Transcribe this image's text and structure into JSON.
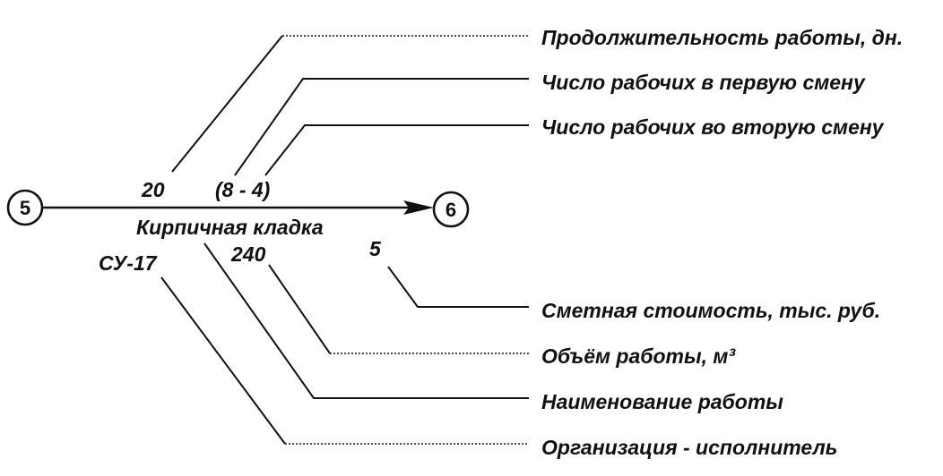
{
  "nodes": {
    "start": "5",
    "end": "6"
  },
  "work": {
    "duration": "20",
    "workers": "(8 - 4)",
    "name": "Кирпичная кладка",
    "organization": "СУ-17",
    "volume": "240",
    "cost": "5"
  },
  "legend": {
    "duration": "Продолжительность работы, дн.",
    "workers_first_shift": "Число рабочих в первую смену",
    "workers_second_shift": "Число рабочих во вторую смену",
    "cost": "Сметная стоимость, тыс. руб.",
    "volume": "Объём работы, м³",
    "name": "Наименование работы",
    "organization": "Организация - исполнитель"
  },
  "colors": {
    "ink": "#111111",
    "background": "#ffffff"
  }
}
